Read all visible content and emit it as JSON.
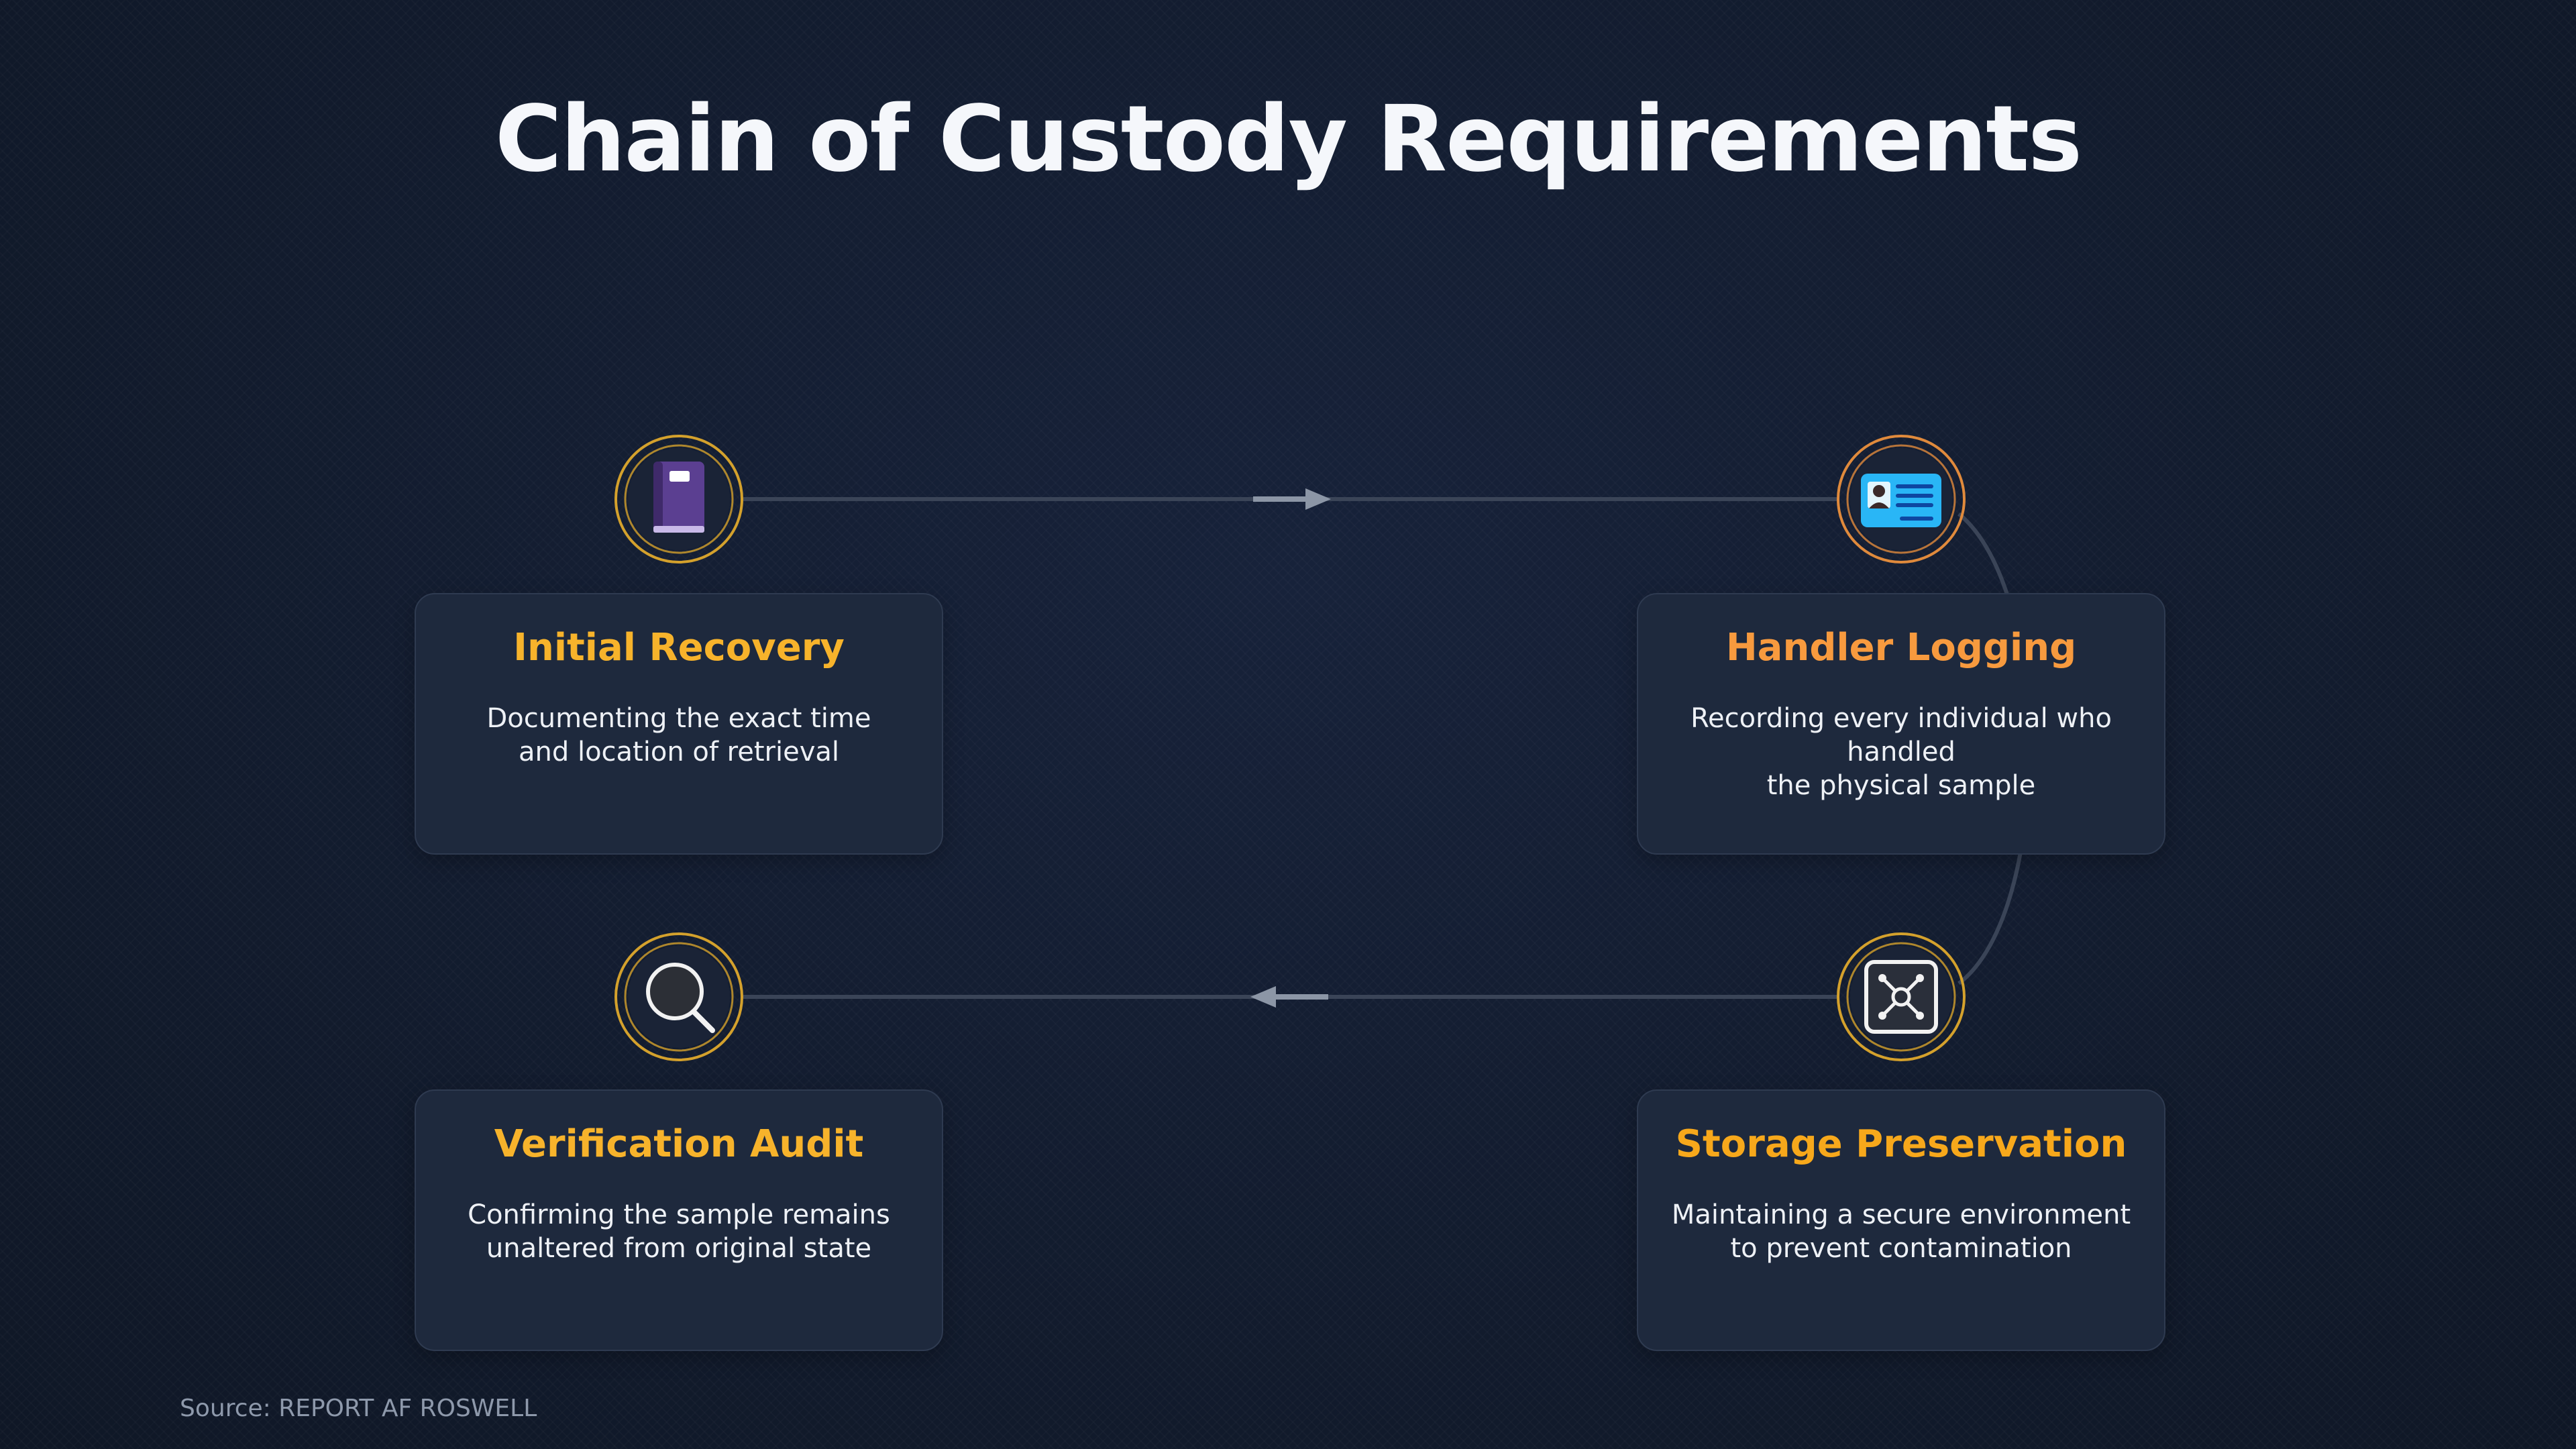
{
  "title": "Chain of Custody Requirements",
  "steps": [
    {
      "title": "Initial Recovery",
      "description": "Documenting the exact time\nand location of retrieval",
      "icon": "notebook-icon",
      "color": "#f7b32b"
    },
    {
      "title": "Handler Logging",
      "description": "Recording every individual who handled\nthe physical sample",
      "icon": "id-card-icon",
      "color": "#f79a3e"
    },
    {
      "title": "Storage Preservation",
      "description": "Maintaining a secure environment\nto prevent contamination",
      "icon": "safe-icon",
      "color": "#f7a81b"
    },
    {
      "title": "Verification Audit",
      "description": "Confirming the sample remains\nunaltered from original state",
      "icon": "magnifying-glass-icon",
      "color": "#f7b32b"
    }
  ],
  "source": "Source: REPORT AF ROSWELL",
  "colors": {
    "background": "#131c2e",
    "card": "#1e293d",
    "connector": "#3a4457",
    "arrow": "#8c96a6",
    "ring_gold": "#d4a12c",
    "ring_orange": "#e08a3c"
  }
}
